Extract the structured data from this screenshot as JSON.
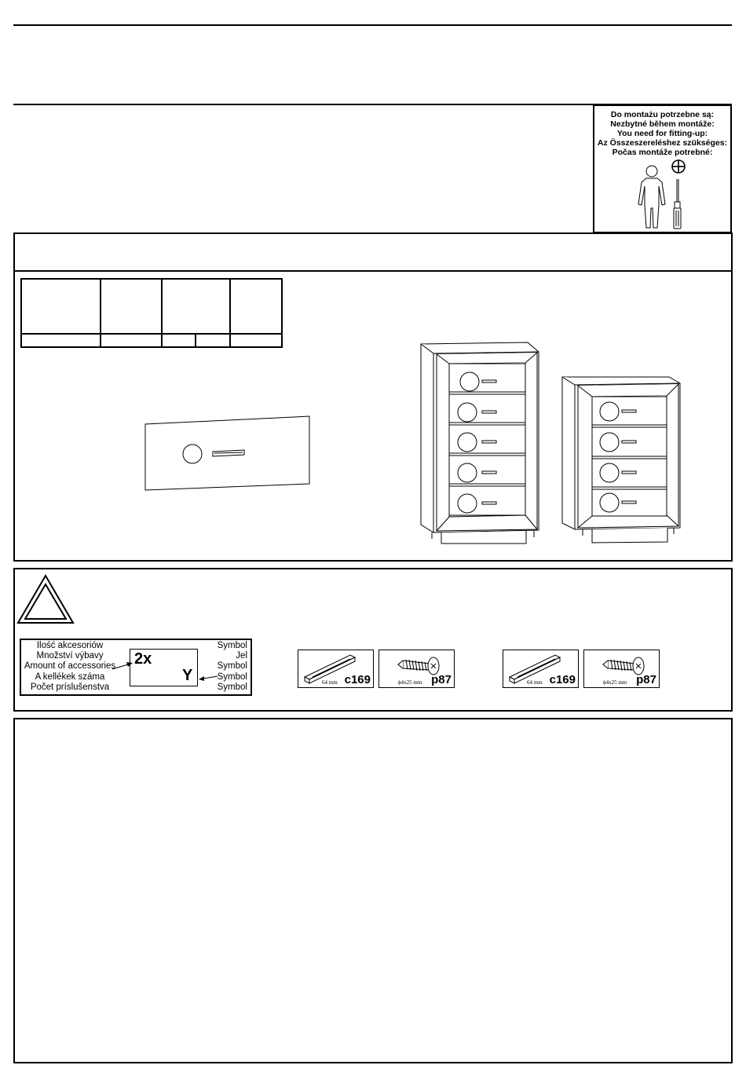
{
  "tools_panel": {
    "lines": [
      "Do montażu potrzebne są:",
      "Nezbytné během montáže:",
      "You need for fitting-up:",
      "Az Összeszereléshez szükséges:",
      "Počas montáže potrebné:"
    ]
  },
  "legend": {
    "labels": [
      "Ilość akcesoriów",
      "Množství výbavy",
      "Amount of accessories",
      "A kellékek száma",
      "Počet príslušenstva"
    ],
    "symbols": [
      "Symbol",
      "Jel",
      "Symbol",
      "Symbol",
      "Symbol"
    ],
    "example_count": "2x",
    "example_symbol": "Y"
  },
  "parts": [
    {
      "code": "c169",
      "size": "64 mm"
    },
    {
      "code": "p87",
      "size": "ϕ4x25 mm"
    },
    {
      "code": "c169",
      "size": "64 mm"
    },
    {
      "code": "p87",
      "size": "ϕ4x25 mm"
    }
  ]
}
